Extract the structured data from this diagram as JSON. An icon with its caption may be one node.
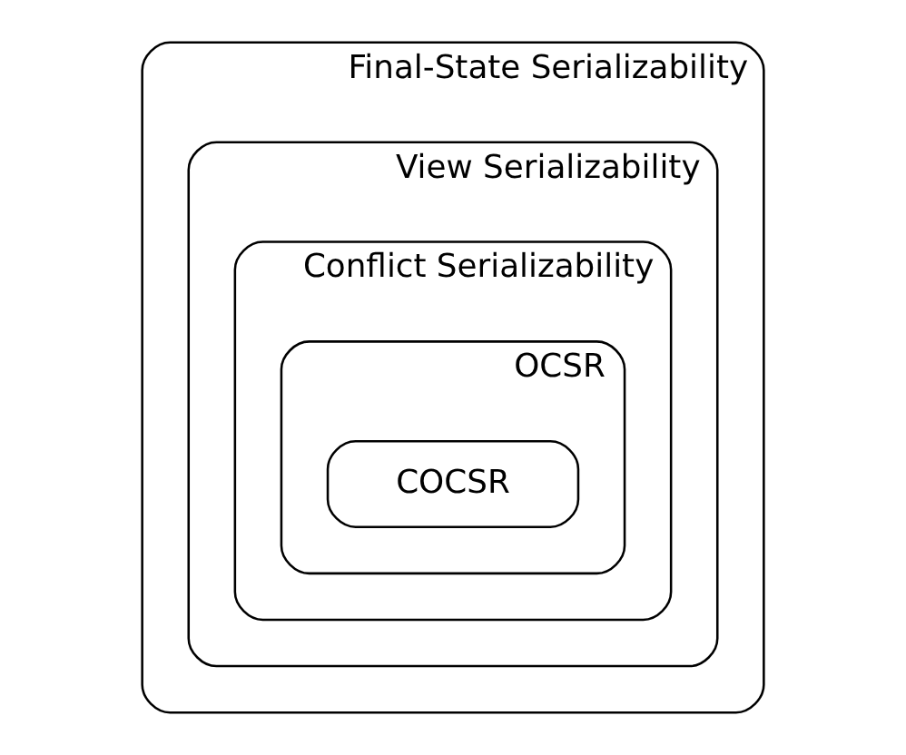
{
  "diagram": {
    "nodes": [
      {
        "text": [
          "Final-State Serializability"
        ]
      },
      {
        "text": [
          "View Serializability"
        ],
        "in": 0
      },
      {
        "text": [
          "Conflict Serializability"
        ],
        "in": 1
      },
      {
        "text": [
          "OCSR"
        ],
        "in": 2
      },
      {
        "text": [
          "COCSR"
        ],
        "in": 3
      }
    ]
  }
}
